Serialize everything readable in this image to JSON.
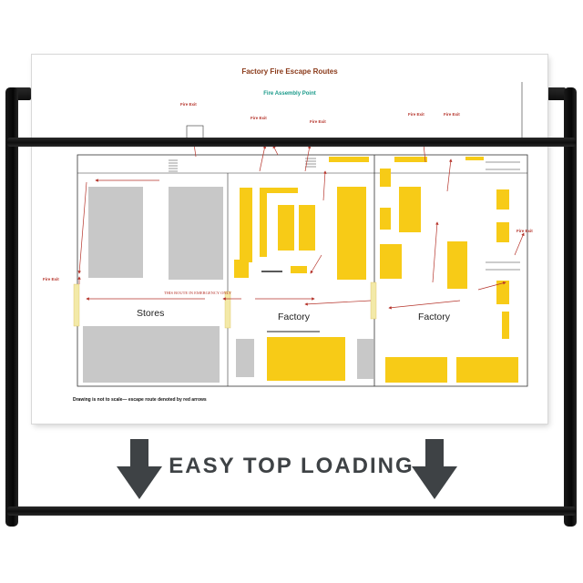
{
  "plan": {
    "title": "Factory Fire Escape Routes",
    "assembly_point": "Fire Assembly Point",
    "fire_exit_label": "Fire Exit",
    "route_note": "THIS ROUTE IN EMERGENCY ONLY",
    "area_stores": "Stores",
    "area_factory": "Factory",
    "footnote": "Drawing is not to scale— escape route denoted by red arrows"
  },
  "caption": {
    "text": "EASY TOP LOADING"
  },
  "colors": {
    "rail": "#111111",
    "machine_yellow": "#f7cb17",
    "storage_grey": "#c8c8c8",
    "route_red": "#b5332a",
    "caption_text": "#3e4245",
    "arrow_grey": "#3e4245"
  }
}
